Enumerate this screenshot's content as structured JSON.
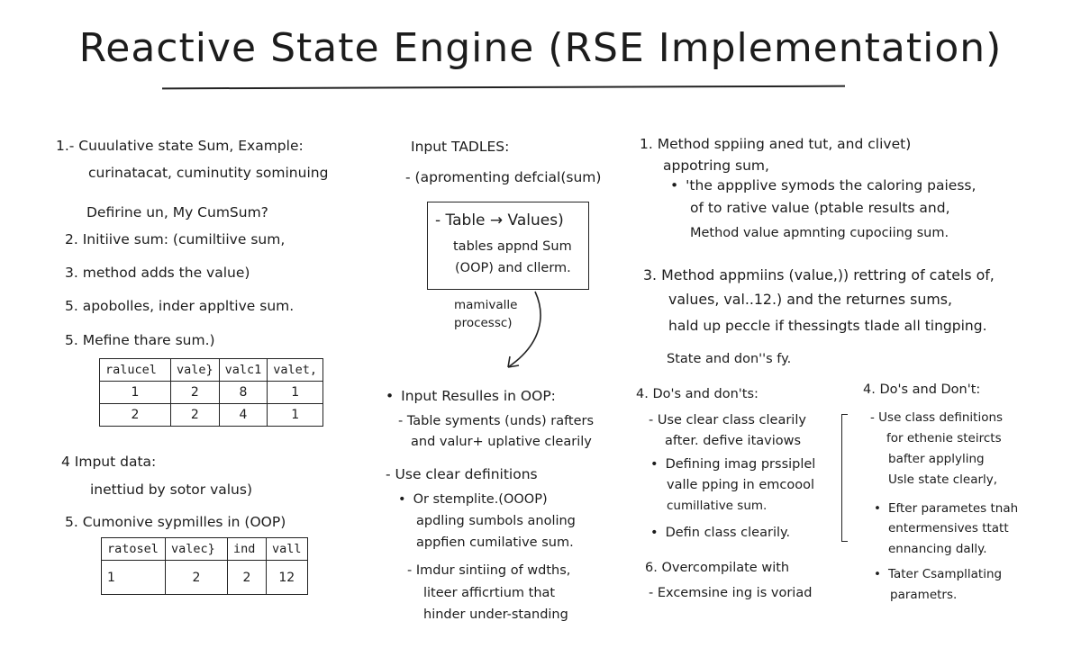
{
  "title": "Reactive State Engine (RSE Implementation)",
  "left": {
    "lines": [
      "1.- Cuuulative state Sum, Example:",
      "curinatacat, cuminutity sominuing",
      "Defirine un, My CumSum?",
      "2. Initiive sum: (cumiltiive sum,",
      "3. method adds the value)",
      "5. apobolles, inder appltive sum.",
      "5. Mefine thare sum.)"
    ],
    "table1": {
      "header": [
        "ralucel",
        "vale}",
        "valc1",
        "valet,"
      ],
      "rows": [
        [
          "1",
          "2",
          "8",
          "1"
        ],
        [
          "2",
          "2",
          "4",
          "1"
        ]
      ]
    },
    "lines2": [
      "4 Imput data:",
      "inettiud by sotor valus)",
      "5. Cumonive sypmilles in (OOP)"
    ],
    "table2": {
      "header": [
        "ratosel",
        "valec}",
        "ind",
        "vall"
      ],
      "rows": [
        [
          "1",
          "2",
          "2",
          "12"
        ]
      ]
    }
  },
  "middle": {
    "heading": "Input TADLES:",
    "sub": "- (apromenting defcial(sum)",
    "box": [
      "- Table → Values)",
      "tables appnd Sum",
      "(OOP) and cllerm."
    ],
    "note": [
      "mamivalle",
      "processc)"
    ],
    "bullet1": "Input Resulles in OOP:",
    "bullet1_lines": [
      "- Table syments (unds) rafters",
      "and valur+ uplative clearily"
    ],
    "clear_head": "- Use clear definitions",
    "clear_bullet": "Or stemplite.(OOOP)",
    "clear_lines": [
      "apdling sumbols anoling",
      "appfien cumilative sum."
    ],
    "dash2": "- Imdur sintiing of wdths,",
    "dash2_lines": [
      "liteer afficrtium that",
      "hinder under-standing"
    ]
  },
  "right": {
    "m1": "1. Method sppiing aned tut, and clivet)",
    "m1_sub": "appotring sum,",
    "m1_bullet": "'the appplive symods the caloring paiess,",
    "m1_lines": [
      "of to rative value (ptable results and,",
      "Method value apmnting cupociing sum."
    ],
    "m3": "3. Method appmiins (value,)) rettring of catels of,",
    "m3_lines": [
      "values, val..12.) and the returnes sums,",
      "hald up peccle if thessingts tlade all tingping.",
      "State and don''s fy."
    ],
    "dos_left": {
      "heading": "4. Do's and don'ts:",
      "dash": "- Use clear class clearily",
      "dash_line": "after. defive itaviows",
      "bullet": "Defining imag prssiplel",
      "bullet_lines": [
        "valle pping in emcoool",
        "cumillative sum."
      ],
      "bullet2": "Defin class clearily."
    },
    "dos_right": {
      "heading": "4. Do's and Don't:",
      "dash": "- Use class definitions",
      "dash_lines": [
        "for ethenie steircts",
        "bafter applyling",
        "Usle state clearly,"
      ],
      "bullet": "Efter parametes tnah",
      "bullet_lines": [
        "entermensives ttatt",
        "ennancing dally."
      ],
      "bullet2": "Tater Csampllating",
      "bullet2_line": "parametrs."
    },
    "m6": "6. Overcompilate with",
    "m6_line": "- Excemsine ing is voriad"
  }
}
